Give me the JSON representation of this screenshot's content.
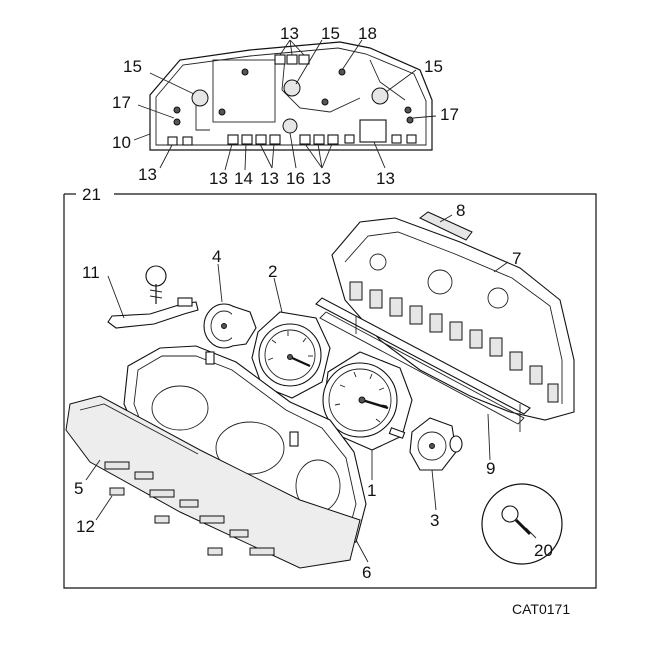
{
  "figure_code": "CAT0171",
  "frame_label": "21",
  "callouts": {
    "c13_top": "13",
    "c15_topcenter": "15",
    "c18": "18",
    "c15_left": "15",
    "c15_right": "15",
    "c17_left": "17",
    "c17_right": "17",
    "c10": "10",
    "c13_left": "13",
    "c13_b1": "13",
    "c14": "14",
    "c13_b2": "13",
    "c16": "16",
    "c13_b3": "13",
    "c13_right": "13",
    "c8": "8",
    "c7": "7",
    "c11": "11",
    "c4": "4",
    "c2": "2",
    "c1": "1",
    "c9": "9",
    "c3": "3",
    "c5": "5",
    "c12": "12",
    "c6": "6",
    "c20": "20"
  }
}
